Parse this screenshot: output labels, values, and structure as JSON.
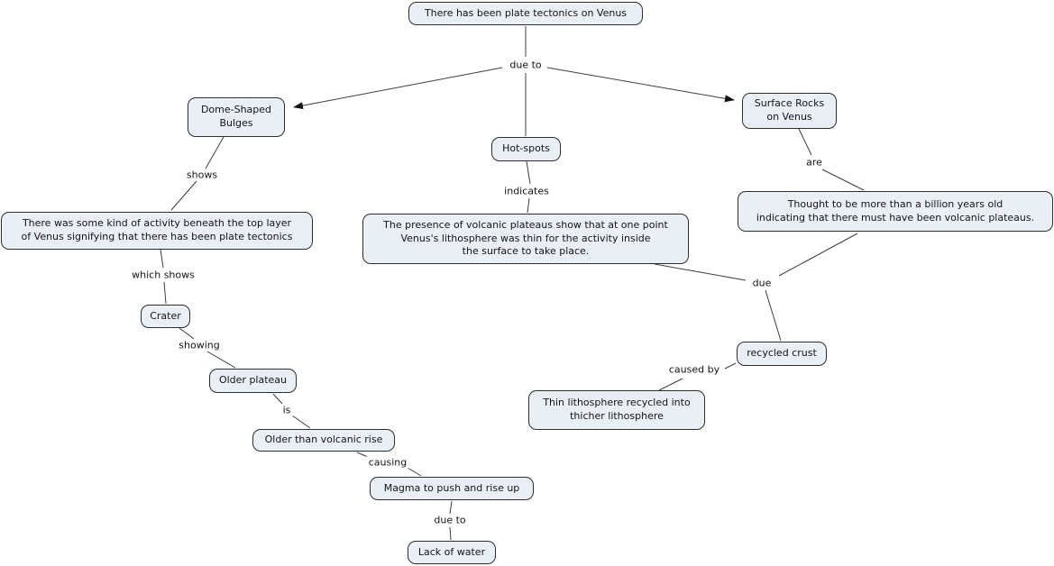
{
  "app": {
    "type": "concept-map",
    "topic": "Plate tectonics on Venus"
  },
  "colors": {
    "background": "#ffffff",
    "node_fill": "#e9eff5",
    "node_border": "#2d2d2d",
    "line": "#3d3d3d",
    "text": "#141414",
    "arrowhead": "#111111"
  },
  "nodes": {
    "root": {
      "text": "There has been plate tectonics on Venus"
    },
    "dome_bulges": {
      "text": "Dome-Shaped\nBulges"
    },
    "hot_spots": {
      "text": "Hot-spots"
    },
    "surface_rocks": {
      "text": "Surface Rocks\non Venus"
    },
    "activity": {
      "text": "There was some kind of activity beneath the top layer\nof Venus signifying that there has been plate tectonics"
    },
    "volcanic_plateaus": {
      "text": "The presence of volcanic plateaus show that at one point\nVenus's lithosphere was thin for the activity inside\nthe surface to take place."
    },
    "billion_years": {
      "text": "Thought to be more than a billion years old\nindicating that there must have been volcanic plateaus."
    },
    "recycled_crust": {
      "text": "recycled crust"
    },
    "thin_lithosphere": {
      "text": "Thin lithosphere recycled into\nthicher lithosphere"
    },
    "crater": {
      "text": "Crater"
    },
    "older_plateau": {
      "text": "Older plateau"
    },
    "older_than_rise": {
      "text": "Older than volcanic rise"
    },
    "magma": {
      "text": "Magma to push and rise up"
    },
    "lack_of_water": {
      "text": "Lack of water"
    }
  },
  "edges": [
    {
      "from": "root",
      "to": "dome_bulges",
      "label": "due to",
      "arrowhead": true
    },
    {
      "from": "root",
      "to": "hot_spots",
      "label": "due to",
      "arrowhead": false
    },
    {
      "from": "root",
      "to": "surface_rocks",
      "label": "due to",
      "arrowhead": true
    },
    {
      "from": "dome_bulges",
      "to": "activity",
      "label": "shows",
      "arrowhead": false
    },
    {
      "from": "hot_spots",
      "to": "volcanic_plateaus",
      "label": "indicates",
      "arrowhead": false
    },
    {
      "from": "surface_rocks",
      "to": "billion_years",
      "label": "are",
      "arrowhead": false
    },
    {
      "from": "activity",
      "to": "crater",
      "label": "which shows",
      "arrowhead": false
    },
    {
      "from": "crater",
      "to": "older_plateau",
      "label": "showing",
      "arrowhead": false
    },
    {
      "from": "older_plateau",
      "to": "older_than_rise",
      "label": "is",
      "arrowhead": false
    },
    {
      "from": "older_than_rise",
      "to": "magma",
      "label": "causing",
      "arrowhead": false
    },
    {
      "from": "magma",
      "to": "lack_of_water",
      "label": "due to",
      "arrowhead": false
    },
    {
      "from": "volcanic_plateaus",
      "to": "recycled_crust",
      "label": "due",
      "arrowhead": false
    },
    {
      "from": "billion_years",
      "to": "recycled_crust",
      "label": "due",
      "arrowhead": false
    },
    {
      "from": "recycled_crust",
      "to": "thin_lithosphere",
      "label": "caused by",
      "arrowhead": false
    }
  ]
}
